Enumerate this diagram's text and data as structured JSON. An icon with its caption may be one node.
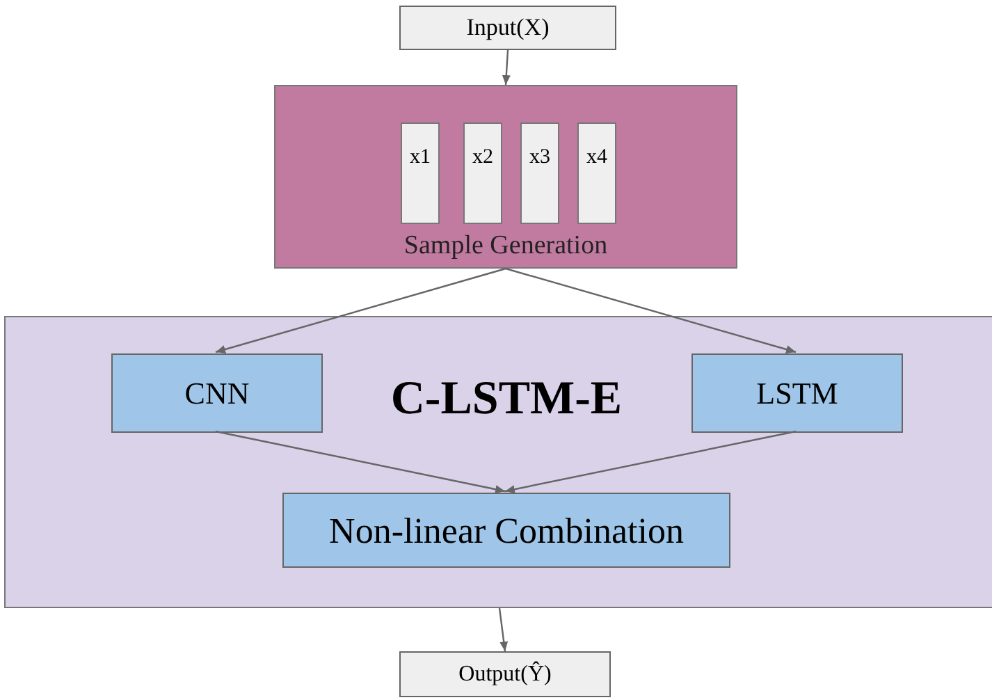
{
  "diagram": {
    "nodes": [
      {
        "text": [
          "Input(X)"
        ]
      },
      {
        "text": [
          "Sample Generation"
        ]
      },
      {
        "text": [
          "x1"
        ],
        "in": 1
      },
      {
        "text": [
          "x2"
        ],
        "in": 1
      },
      {
        "text": [
          "x3"
        ],
        "in": 1
      },
      {
        "text": [
          "x4"
        ],
        "in": 1
      },
      {
        "text": [
          "C-LSTM-E"
        ]
      },
      {
        "text": [
          "CNN"
        ],
        "in": 6
      },
      {
        "text": [
          "LSTM"
        ],
        "in": 6
      },
      {
        "text": [
          "Non-linear Combination"
        ],
        "in": 6
      },
      {
        "text": [
          "Output(Ŷ)"
        ]
      }
    ],
    "edges": [
      {
        "from": 0,
        "to": 1,
        "arrow": "to"
      },
      {
        "from": 1,
        "to": 7,
        "arrow": "to"
      },
      {
        "from": 1,
        "to": 8,
        "arrow": "to"
      },
      {
        "from": 7,
        "to": 9,
        "arrow": "to"
      },
      {
        "from": 8,
        "to": 9,
        "arrow": "to"
      },
      {
        "from": 6,
        "to": 10,
        "arrow": "to"
      }
    ]
  }
}
